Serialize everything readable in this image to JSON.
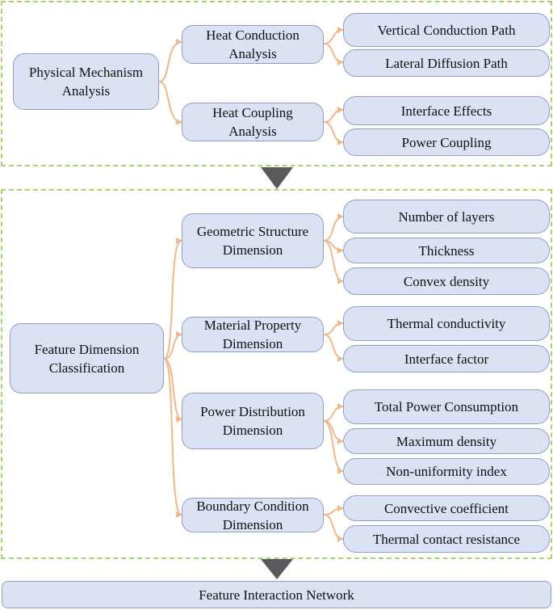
{
  "colors": {
    "box_fill": "#dbe2f3",
    "box_border": "#8f9fc6",
    "connector": "#f2b88a",
    "dashed_border": "#a9d46b",
    "down_arrow": "#595959"
  },
  "section1": {
    "root": "Physical Mechanism\nAnalysis",
    "mid1": "Heat Conduction\nAnalysis",
    "mid2": "Heat Coupling\nAnalysis",
    "leaves": [
      "Vertical Conduction Path",
      "Lateral Diffusion Path",
      "Interface Effects",
      "Power Coupling"
    ]
  },
  "section2": {
    "root": "Feature Dimension\nClassification",
    "dims": [
      "Geometric Structure\nDimension",
      "Material Property\nDimension",
      "Power Distribution\nDimension",
      "Boundary Condition\nDimension"
    ],
    "geo_leaves": [
      "Number of layers",
      "Thickness",
      "Convex density"
    ],
    "mat_leaves": [
      "Thermal conductivity",
      "Interface factor"
    ],
    "pow_leaves": [
      "Total Power Consumption",
      "Maximum density",
      "Non-uniformity index"
    ],
    "bnd_leaves": [
      "Convective coefficient",
      "Thermal contact resistance"
    ]
  },
  "bottom": {
    "label": "Feature Interaction Network"
  }
}
